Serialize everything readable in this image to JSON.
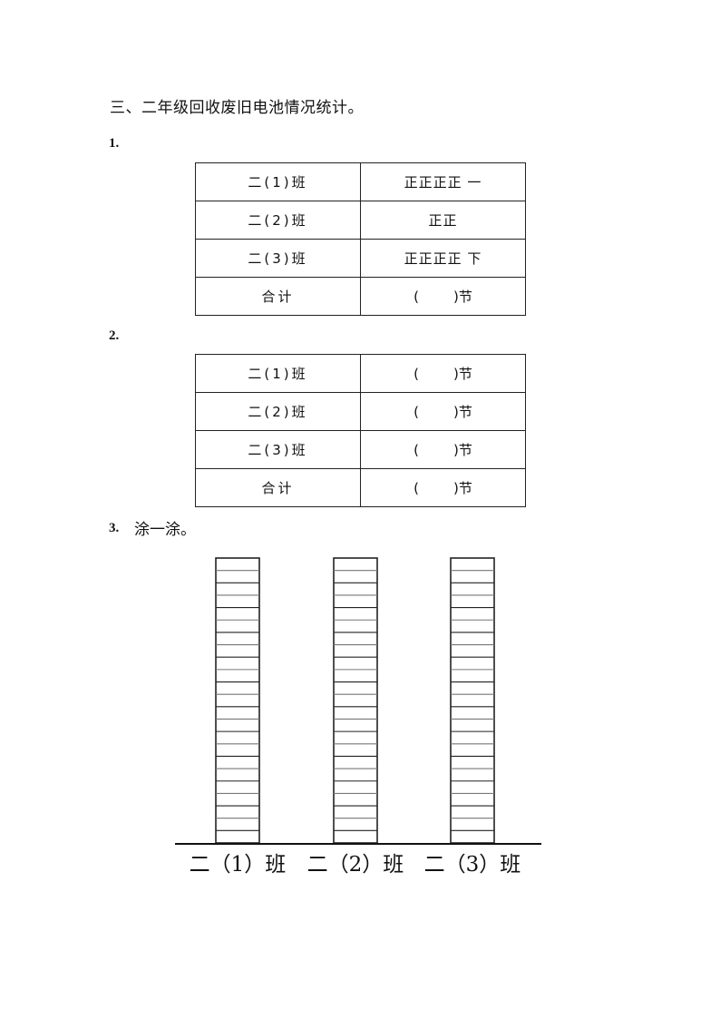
{
  "heading": "三、二年级回收废旧电池情况统计。",
  "question1": {
    "number": "1.",
    "rows": [
      {
        "class_name": "二(1)班",
        "value": "正正正正 一"
      },
      {
        "class_name": "二(2)班",
        "value": "正正"
      },
      {
        "class_name": "二(3)班",
        "value": "正正正正 下"
      },
      {
        "class_name": "合计",
        "value": "(        )节"
      }
    ]
  },
  "question2": {
    "number": "2.",
    "rows": [
      {
        "class_name": "二(1)班",
        "value": "(        )节"
      },
      {
        "class_name": "二(2)班",
        "value": "(        )节"
      },
      {
        "class_name": "二(3)班",
        "value": "(        )节"
      },
      {
        "class_name": "合计",
        "value": "(        )节"
      }
    ]
  },
  "question3": {
    "number": "3.",
    "label": "涂一涂。"
  },
  "chart_data": {
    "type": "bar",
    "categories": [
      "二（1）班",
      "二（2）班",
      "二（3）班"
    ],
    "series": [],
    "cells_per_column": 23,
    "grid": true,
    "filled": false
  }
}
